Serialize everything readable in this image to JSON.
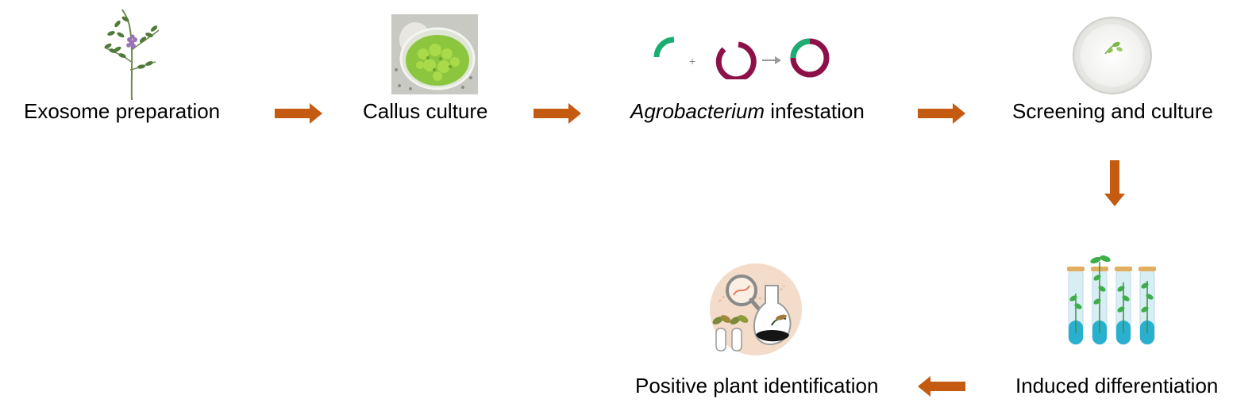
{
  "steps": {
    "exosome": {
      "label": "Exosome preparation",
      "icon": "flowering-plant-icon"
    },
    "callus": {
      "label": "Callus culture",
      "icon": "petri-dish-callus-icon"
    },
    "agro": {
      "label_italic": "Agrobacterium",
      "label_rest": " infestation",
      "icon": "plasmid-insertion-icon"
    },
    "screening": {
      "label": "Screening and culture",
      "icon": "petri-dish-seedling-icon"
    },
    "induced": {
      "label": "Induced differentiation",
      "icon": "test-tubes-plantlets-icon"
    },
    "positive": {
      "label": "Positive plant identification",
      "icon": "lab-analysis-icon"
    }
  },
  "colors": {
    "arrow": "#C55A11",
    "plasmid_green": "#1BAE73",
    "plasmid_magenta": "#8E1048"
  }
}
